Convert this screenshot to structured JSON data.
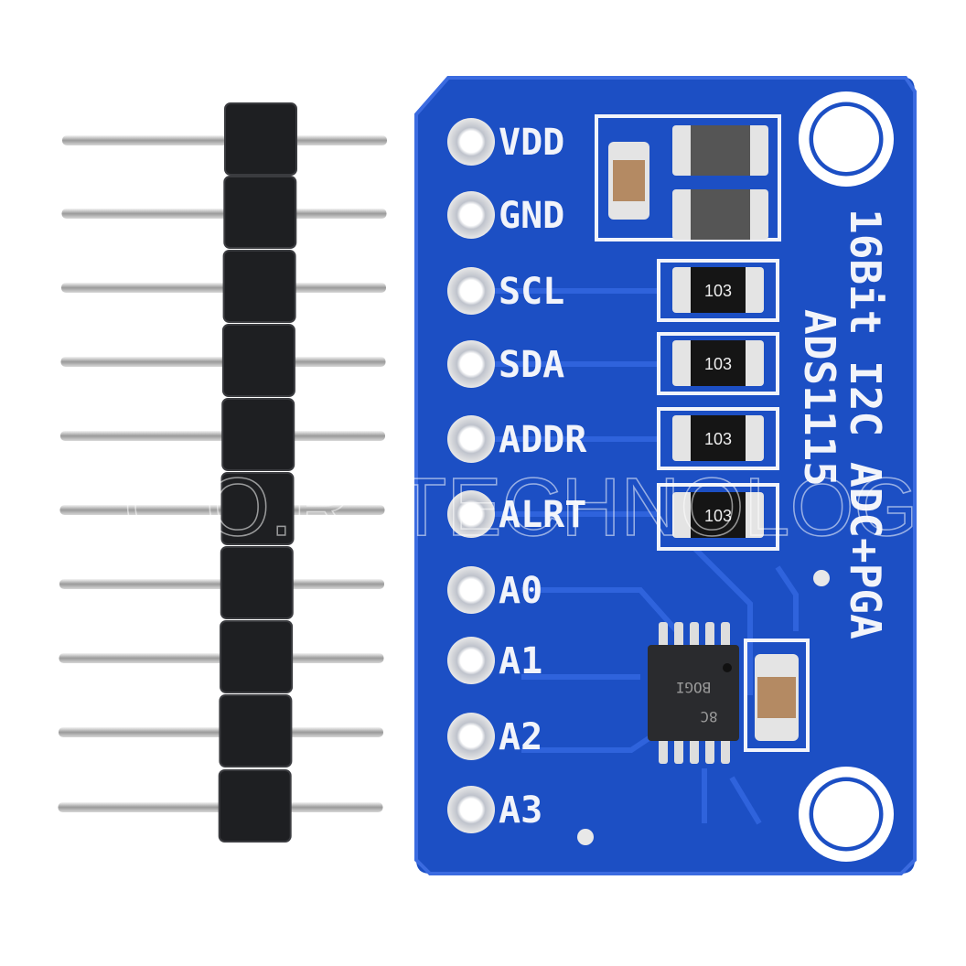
{
  "pin_labels": [
    "VDD",
    "GND",
    "SCL",
    "SDA",
    "ADDR",
    "ALRT",
    "A0",
    "A1",
    "A2",
    "A3"
  ],
  "board_title": "16Bit I2C ADC+PGA",
  "board_part": "ADS1115",
  "resistor_code": "103",
  "chip_marking": [
    "BOGI",
    "8C"
  ],
  "watermark": "C.O.R. TECHNOLOGY",
  "colors": {
    "pcb": "#1c4fc4",
    "silkscreen": "#f2f4fa",
    "header": "#1e1f22",
    "pins": "#c9c9c9"
  }
}
